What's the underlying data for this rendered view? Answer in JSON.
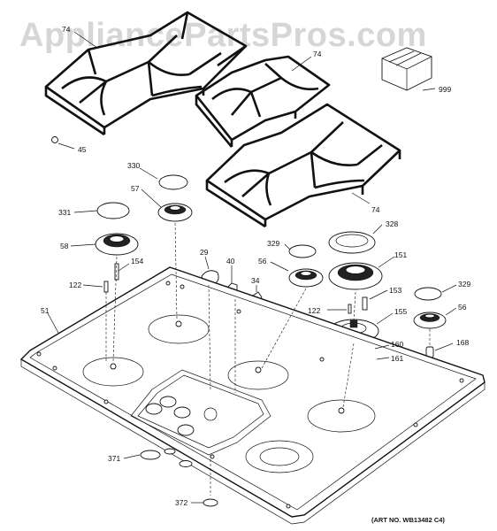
{
  "watermark": "AppliancePartsPros.com",
  "art_number": "(ART NO. WB13482 C4)",
  "callouts": {
    "c74a": "74",
    "c74b": "74",
    "c74c": "74",
    "c999": "999",
    "c45": "45",
    "c330": "330",
    "c57": "57",
    "c331": "331",
    "c58": "58",
    "c154": "154",
    "c122a": "122",
    "c29": "29",
    "c40": "40",
    "c34": "34",
    "c51": "51",
    "c328": "328",
    "c329a": "329",
    "c56a": "56",
    "c151": "151",
    "c153": "153",
    "c122b": "122",
    "c155": "155",
    "c329b": "329",
    "c56b": "56",
    "c168": "168",
    "c160": "160",
    "c161": "161",
    "c371": "371",
    "c372": "372"
  }
}
